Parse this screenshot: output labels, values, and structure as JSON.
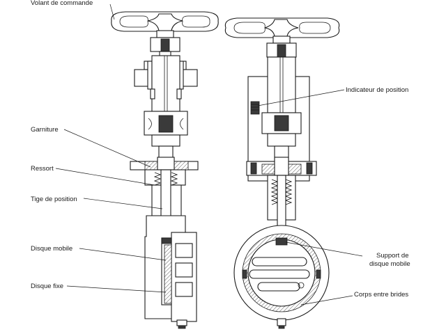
{
  "labels": {
    "handwheel": "Volant de commande",
    "packing": "Garniture",
    "spring": "Ressort",
    "position_stem": "Tige de position",
    "moving_disc": "Disque mobile",
    "fixed_disc": "Disque fixe",
    "position_indicator": "Indicateur de position",
    "moving_disc_support_line1": "Support de",
    "moving_disc_support_line2": "disque mobile",
    "wafer_body": "Corps entre brides"
  }
}
